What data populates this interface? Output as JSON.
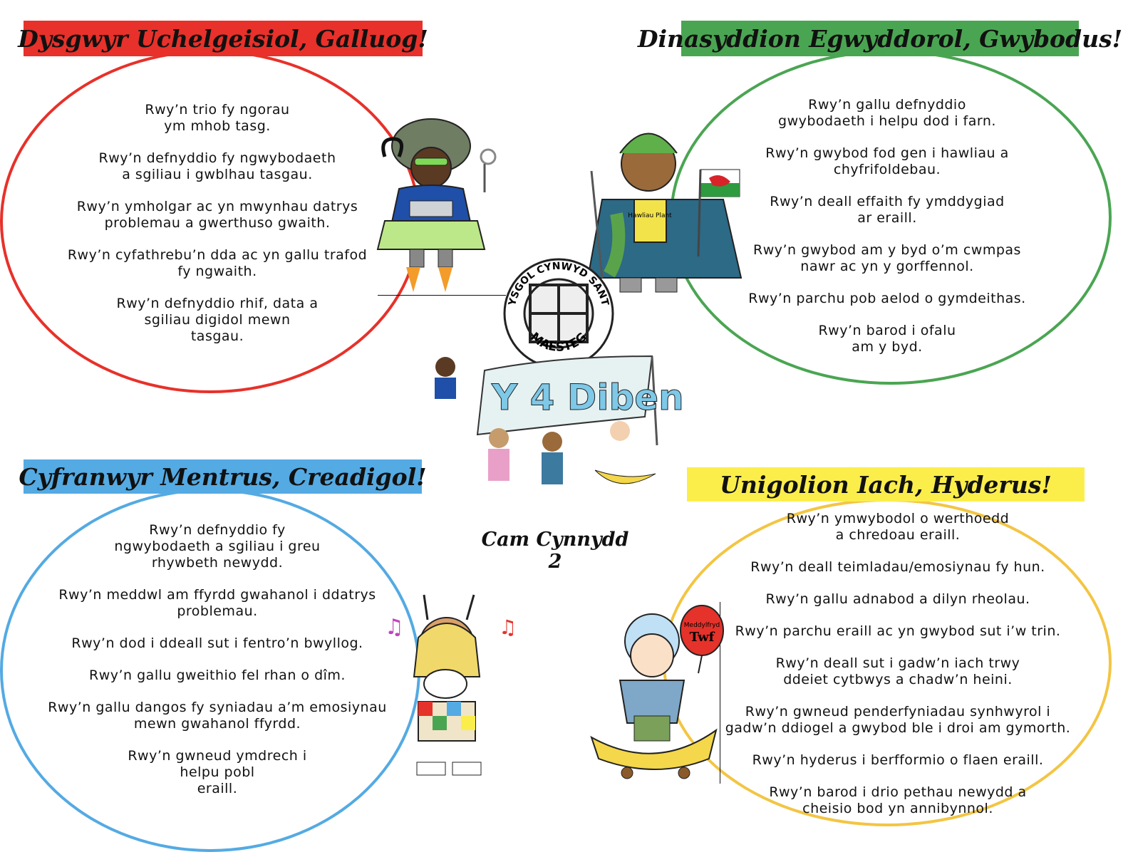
{
  "sections": {
    "red": {
      "title": "Dysgwyr Uchelgeisiol, Galluog!",
      "lines": [
        "Rwy’n trio fy ngorau\nym mhob tasg.",
        "Rwy’n defnyddio fy ngwybodaeth\na sgiliau i gwblhau tasgau.",
        "Rwy’n ymholgar ac yn mwynhau datrys\nproblemau a gwerthuso gwaith.",
        "Rwy’n cyfathrebu’n dda ac yn gallu trafod\nfy ngwaith.",
        "Rwy’n defnyddio rhif, data a\nsgiliau digidol mewn\ntasgau."
      ],
      "color": "#e7312a"
    },
    "green": {
      "title": "Dinasyddion Egwyddorol, Gwybodus!",
      "lines": [
        "Rwy’n gallu defnyddio\ngwybodaeth i helpu dod i farn.",
        "Rwy’n gwybod fod gen i hawliau a\nchyfrifoldebau.",
        "Rwy’n deall effaith fy ymddygiad\nar eraill.",
        "Rwy’n gwybod am y byd o’m cwmpas\nnawr ac yn y gorffennol.",
        "Rwy’n parchu pob aelod o gymdeithas.",
        "Rwy’n barod i ofalu\nam y byd."
      ],
      "color": "#4aa552"
    },
    "blue": {
      "title": "Cyfranwyr Mentrus, Creadigol!",
      "lines": [
        "Rwy’n defnyddio fy\nngwybodaeth a sgiliau i greu\nrhywbeth newydd.",
        "Rwy’n meddwl am ffyrdd gwahanol i ddatrys\nproblemau.",
        "Rwy’n dod i ddeall sut i fentro’n bwyllog.",
        "Rwy’n gallu gweithio fel rhan o dîm.",
        "Rwy’n gallu dangos fy syniadau a’m emosiynau\nmewn gwahanol ffyrdd.",
        "Rwy’n gwneud ymdrech i\nhelpu pobl\neraill."
      ],
      "color": "#54aae3"
    },
    "yellow": {
      "title": "Unigolion Iach, Hyderus!",
      "lines": [
        "Rwy’n ymwybodol o werthoedd\na chredoau eraill.",
        "Rwy’n deall teimladau/emosiynau fy hun.",
        "Rwy’n gallu adnabod a dilyn rheolau.",
        "Rwy’n parchu eraill ac yn gwybod sut i’w trin.",
        "Rwy’n deall sut i gadw’n iach trwy\nddeiet cytbwys a chadw’n heini.",
        "Rwy’n gwneud penderfyniadau synhwyrol i\ngadw’n ddiogel a gwybod ble i droi am gymorth.",
        "Rwy’n hyderus i berfformio o flaen eraill.",
        "Rwy’n barod i drio pethau newydd a\ncheisio bod yn annibynnol."
      ],
      "color": "#fbee4b"
    }
  },
  "center": {
    "logo_text_top": "YSGOL CYNWYD SANT",
    "logo_text_bottom": "MAESTEG",
    "flag_text": "Y 4 Diben",
    "stage_label": "Cam Cynnydd 2"
  },
  "characters": {
    "balloon_text_top": "Meddylfryd",
    "balloon_text_main": "Twf",
    "shirt_text": "Hawliau Plant",
    "board_text": "Maesteg"
  }
}
